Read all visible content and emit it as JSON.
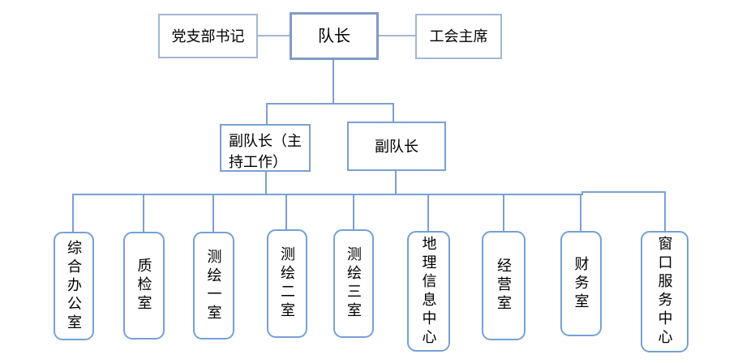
{
  "diagram": {
    "type": "org-chart",
    "nodes": {
      "secretary": "党支部书记",
      "captain": "队长",
      "union_chair": "工会主席",
      "deputy_captain_lead": "副队长（主持工作）",
      "deputy_captain": "副队长",
      "departments": [
        "综合办公室",
        "质检室",
        "测绘一室",
        "测绘二室",
        "测绘三室",
        "地理信息中心",
        "经营室",
        "财务室",
        "窗口服务中心"
      ]
    },
    "edges": [
      "党支部书记 — 队长",
      "队长 — 工会主席",
      "队长 → 副队长（主持工作）",
      "队长 → 副队长",
      "副队长（主持工作）/副队长 → 综合办公室",
      "副队长（主持工作）/副队长 → 质检室",
      "副队长（主持工作）/副队长 → 测绘一室",
      "副队长（主持工作）/副队长 → 测绘二室",
      "副队长（主持工作）/副队长 → 测绘三室",
      "副队长（主持工作）/副队长 → 地理信息中心",
      "副队长（主持工作）/副队长 → 经营室",
      "副队长（主持工作）/副队长 → 财务室",
      "副队长（主持工作）/副队长 → 窗口服务中心"
    ],
    "colors": {
      "node_border": "#75a0d8",
      "top_row_border": "#a2b6d4",
      "leader_border": "#7e9cc6",
      "connector_line": "#7d9fd1",
      "text": "#000000",
      "background": "#ffffff"
    }
  }
}
